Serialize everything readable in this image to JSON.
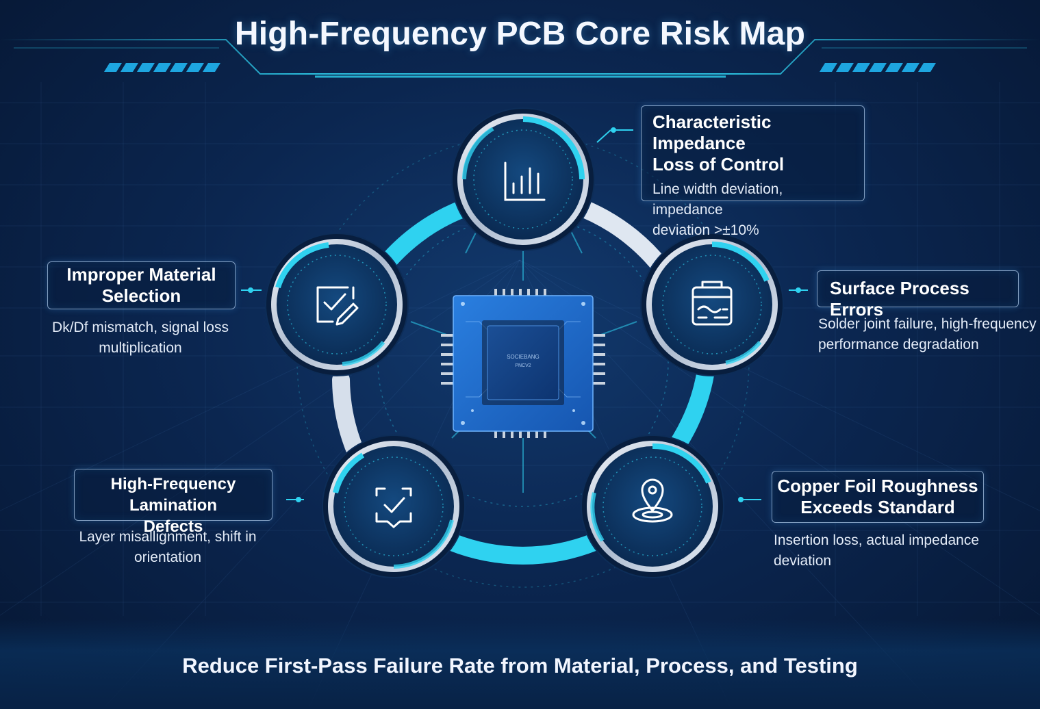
{
  "title": "High-Frequency PCB Core Risk Map",
  "footer": "Reduce First-Pass Failure Rate from Material, Process, and Testing",
  "chip": {
    "label_line1": "SOCIEBANG",
    "label_line2": "PNCV2"
  },
  "risks": [
    {
      "title_lines": [
        "Characteristic Impedance",
        "Loss of Control"
      ],
      "description_lines": [
        "Line width deviation, impedance",
        "deviation >±10%"
      ],
      "icon": "bar-chart-icon"
    },
    {
      "title_lines": [
        "Improper Material",
        "Selection"
      ],
      "description_lines": [
        "Dk/Df mismatch, signal loss",
        "multiplication"
      ],
      "icon": "checklist-edit-icon"
    },
    {
      "title_lines": [
        "Surface Process Errors"
      ],
      "description_lines": [
        "Solder joint failure, high-frequency",
        "performance degradation"
      ],
      "icon": "clipboard-wave-icon"
    },
    {
      "title_lines": [
        "High-Frequency Lamination",
        "Defects"
      ],
      "description_lines": [
        "Layer misallignment, shift in",
        "orientation"
      ],
      "icon": "scan-check-icon"
    },
    {
      "title_lines": [
        "Copper Foil Roughness",
        "Exceeds Standard"
      ],
      "description_lines": [
        "Insertion loss, actual impedance",
        "deviation"
      ],
      "icon": "location-pin-icon"
    }
  ],
  "colors": {
    "accent": "#2fd2f0",
    "accent_dark": "#1aa9d6",
    "node_fill": "#0d3a6a",
    "chip_blue": "#1f6fd1"
  }
}
